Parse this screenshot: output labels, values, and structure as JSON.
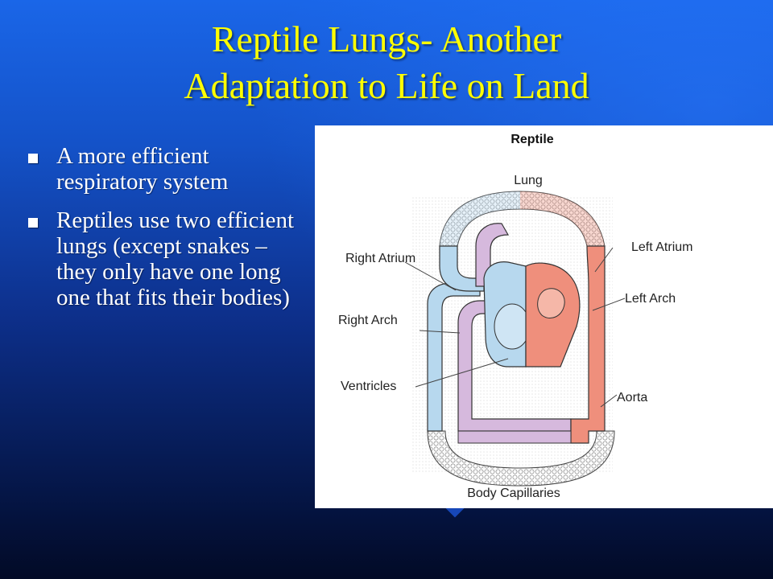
{
  "slide": {
    "title_line1": "Reptile Lungs- Another",
    "title_line2": "Adaptation to Life on Land",
    "bullets": [
      "A more efficient respiratory system",
      "Reptiles use two efficient lungs (except snakes – they only have one long one that fits their bodies)"
    ]
  },
  "diagram": {
    "heading": "Reptile",
    "labels": {
      "lung": "Lung",
      "right_atrium": "Right Atrium",
      "left_atrium": "Left Atrium",
      "left_arch": "Left Arch",
      "right_arch": "Right Arch",
      "ventricles": "Ventricles",
      "aorta": "Aorta",
      "body_capillaries": "Body Capillaries"
    }
  },
  "colors": {
    "title": "#ffff00",
    "text": "#ffffff",
    "deoxygenated": "#b7d8ee",
    "oxygenated": "#ef8f7c",
    "arch": "#d6b9dd"
  }
}
